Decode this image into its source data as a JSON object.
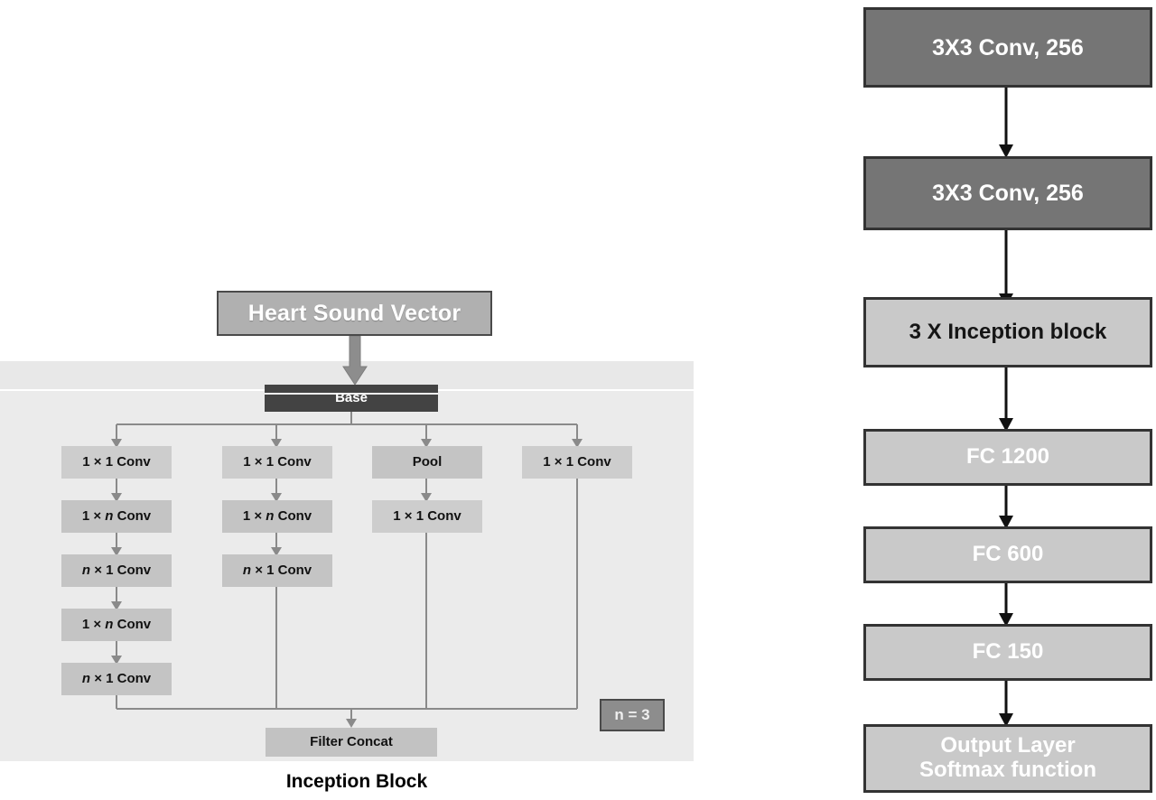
{
  "figure": {
    "caption": "Inception Block",
    "n_badge": "n = 3"
  },
  "inception": {
    "input_box": "Heart Sound Vector",
    "base_label": "Base",
    "concat_label": "Filter Concat",
    "branches": [
      {
        "name": "branch-1",
        "nodes": [
          "1 × 1 Conv",
          "1 × n Conv",
          "n × 1 Conv",
          "1 × n Conv",
          "n × 1 Conv"
        ]
      },
      {
        "name": "branch-2",
        "nodes": [
          "1 × 1 Conv",
          "1 × n Conv",
          "n × 1 Conv"
        ]
      },
      {
        "name": "branch-3",
        "nodes": [
          "Pool",
          "1 × 1 Conv"
        ]
      },
      {
        "name": "branch-4",
        "nodes": [
          "1 × 1 Conv"
        ]
      }
    ]
  },
  "pipeline": {
    "stages": [
      {
        "label": "3X3  Conv, 256",
        "style": "dark"
      },
      {
        "label": "3X3  Conv, 256",
        "style": "dark"
      },
      {
        "label": "3 X Inception block",
        "style": "light-black"
      },
      {
        "label": "FC 1200",
        "style": "light"
      },
      {
        "label": "FC 600",
        "style": "light"
      },
      {
        "label": "FC 150",
        "style": "light"
      }
    ],
    "output": {
      "line1": "Output Layer",
      "line2": "Softmax function",
      "style": "light"
    }
  },
  "colors": {
    "panel_bg": "#ebebeb",
    "dark_block": "#757575",
    "light_block": "#c9c9c9",
    "base_bar": "#434343",
    "conv_block": "#cdcdcd",
    "border": "#333333",
    "connector": "#8a8a8a",
    "connector_dark": "#111111"
  }
}
